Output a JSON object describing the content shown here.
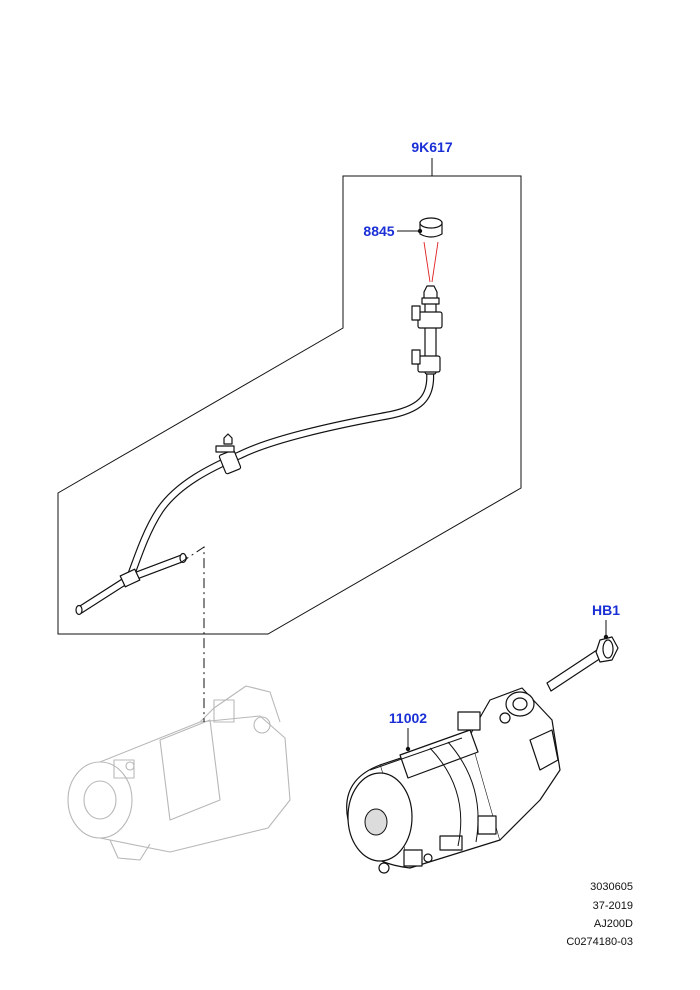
{
  "callouts": {
    "kit": "9K617",
    "cap": "8845",
    "bolt": "HB1",
    "starter": "11002"
  },
  "drawing_codes": [
    "3030605",
    "37-2019",
    "AJ200D",
    "C0274180-03"
  ],
  "colors": {
    "callout_text": "#1a2fd6",
    "lines": "#111111",
    "ghost_lines": "#b8b8b8",
    "explode_line": "#e02020"
  }
}
